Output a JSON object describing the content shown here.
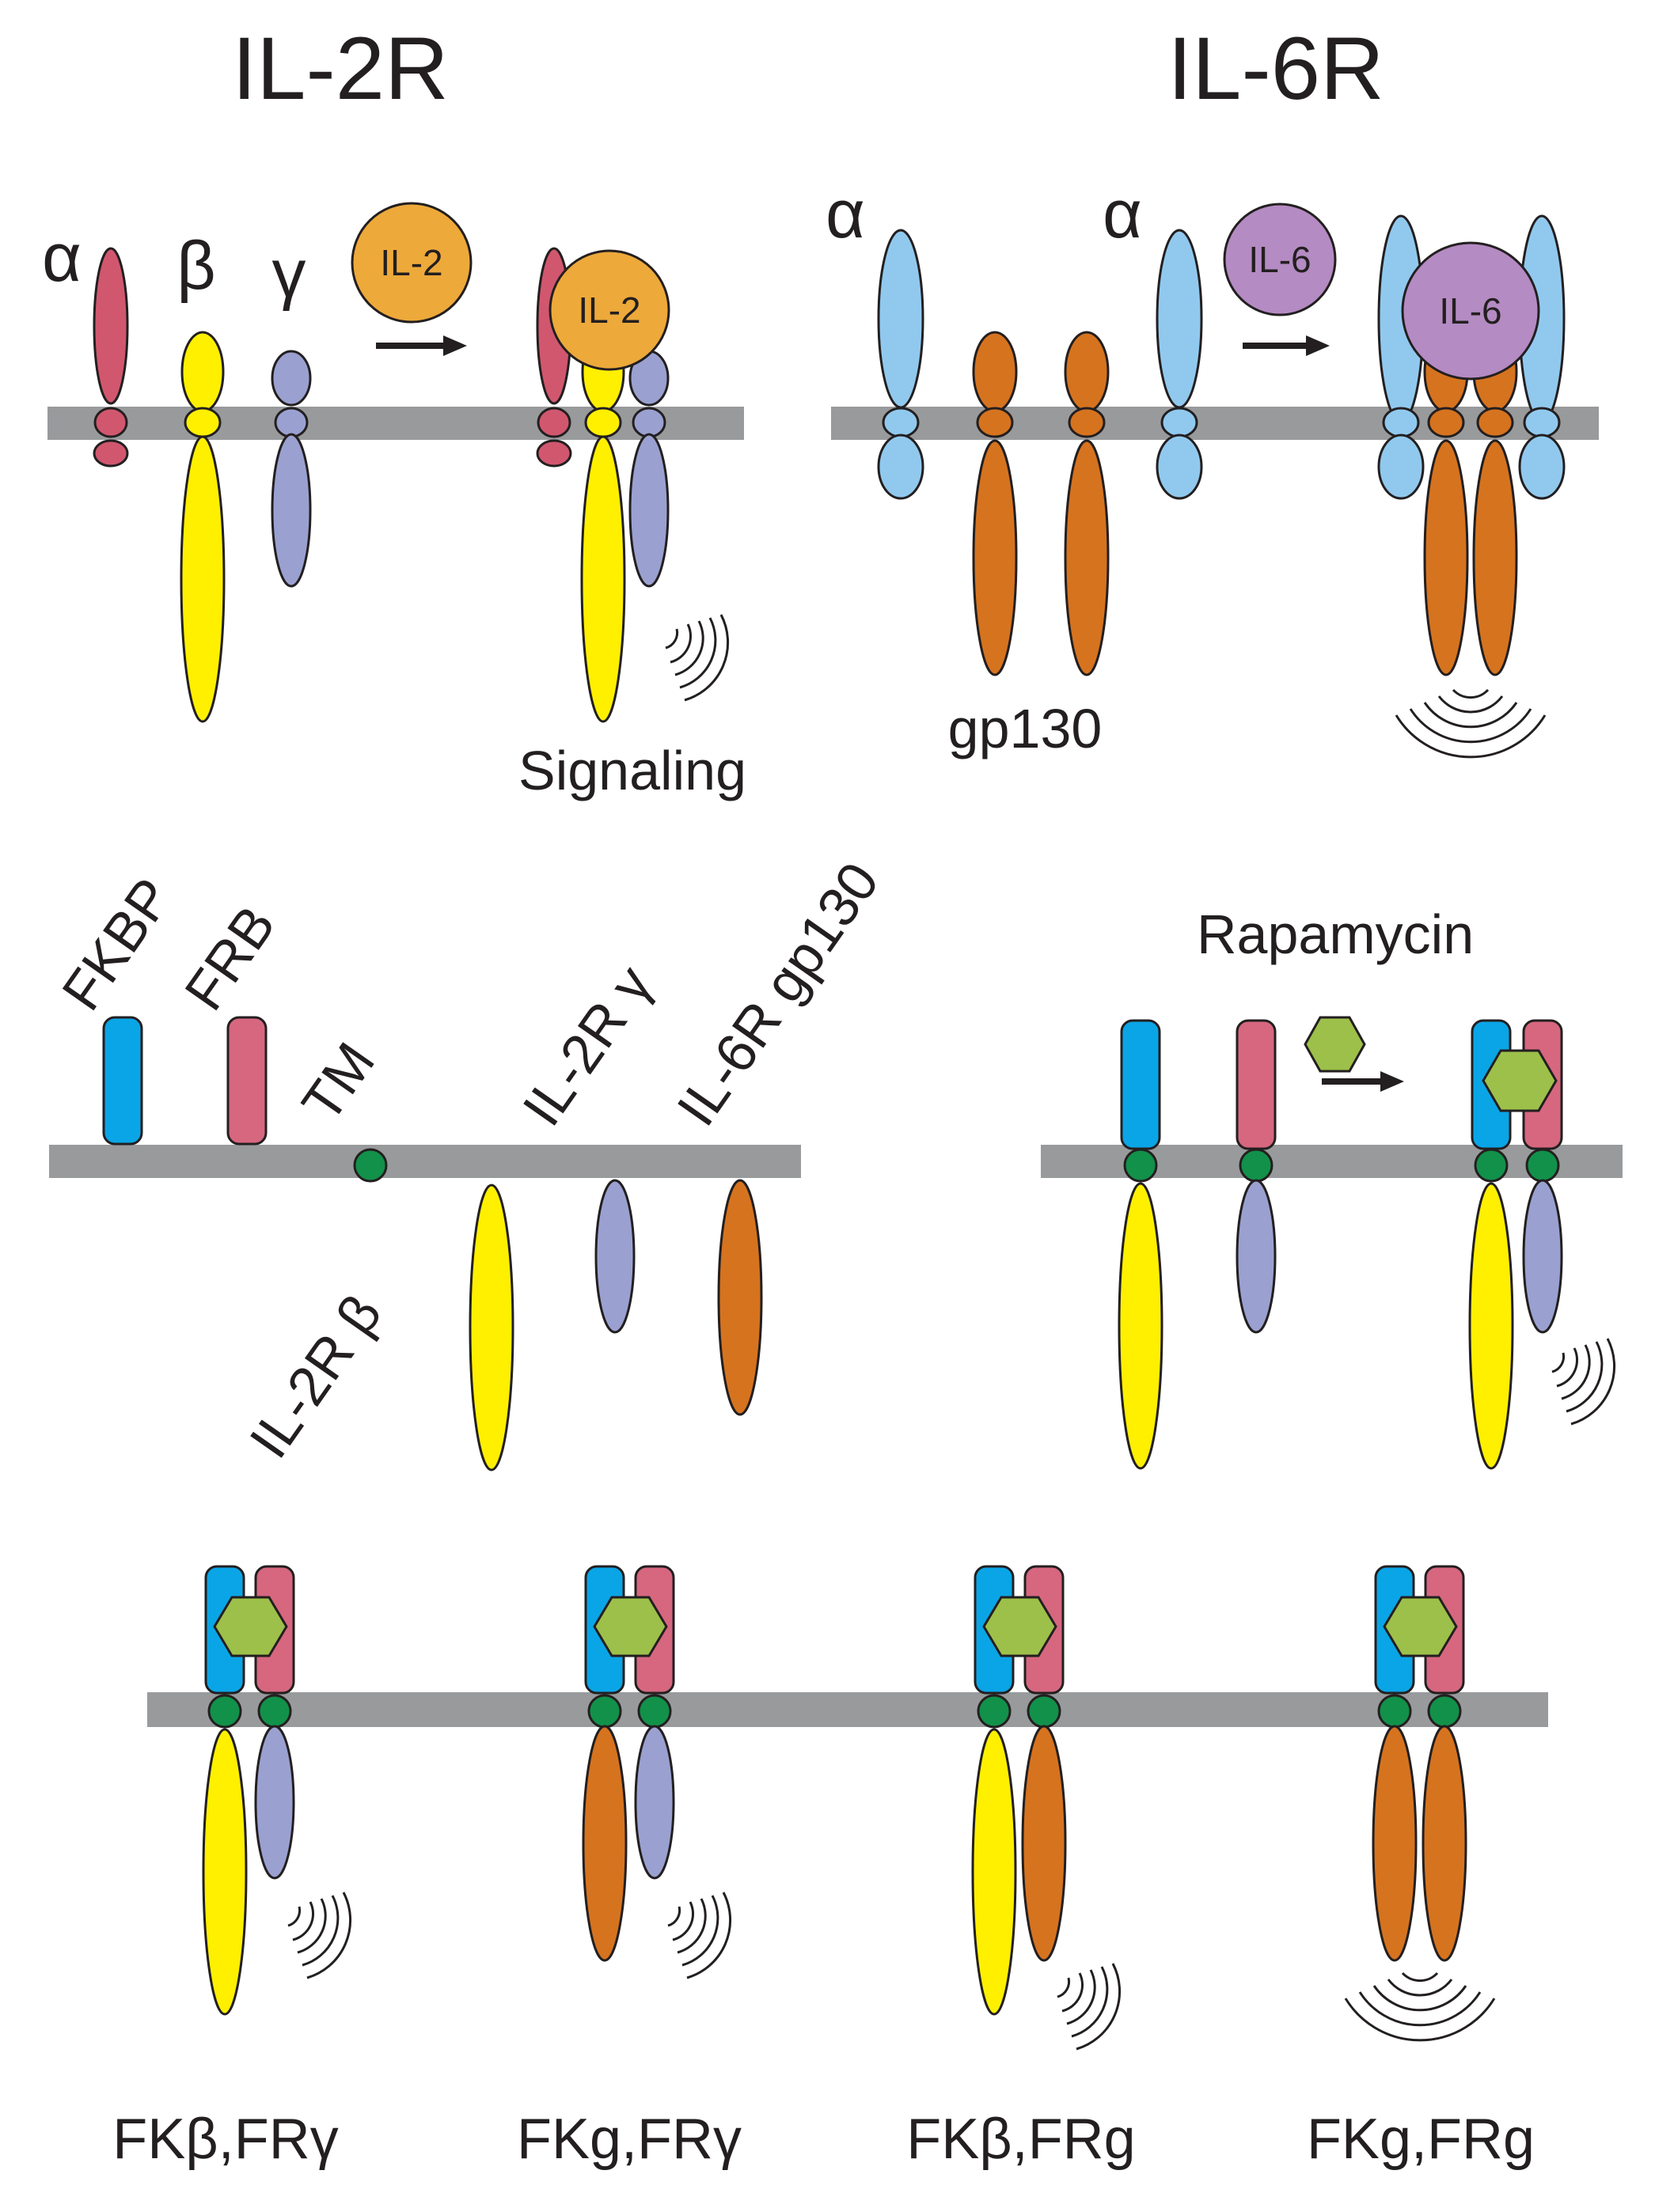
{
  "colors": {
    "membrane": "#999a9c",
    "il2r_alpha": "#d1576f",
    "il2r_beta": "#fff000",
    "il2r_gamma": "#9aa1d0",
    "il6r_alpha": "#91c9ee",
    "gp130": "#d6731f",
    "il2_ligand": "#eda93a",
    "il6_ligand": "#b48bc2",
    "fkbp": "#0aa5e6",
    "frb": "#d6677f",
    "tm_domain": "#12914a",
    "rapamycin": "#9dc04a",
    "outline": "#231f20"
  },
  "panel_il2r": {
    "title": "IL-2R",
    "alpha": "α",
    "beta": "β",
    "gamma": "γ",
    "ligand": "IL-2",
    "ligand_bound": "IL-2",
    "signal_label": "Signaling"
  },
  "panel_il6r": {
    "title": "IL-6R",
    "alpha_left": "α",
    "alpha_right": "α",
    "ligand": "IL-6",
    "ligand_bound": "IL-6",
    "gp130_label": "gp130"
  },
  "panel_construct": {
    "fkbp": "FKBP",
    "frb": "FRB",
    "tm": "TM",
    "il2r_beta": "IL-2R β",
    "il2r_gamma": "IL-2R γ",
    "il6r_gp130": "IL-6R gp130"
  },
  "panel_rapamycin": {
    "label": "Rapamycin"
  },
  "combos": [
    {
      "label": "FKβ,FRγ"
    },
    {
      "label": "FKg,FRγ"
    },
    {
      "label": "FKβ,FRg"
    },
    {
      "label": "FKg,FRg"
    }
  ]
}
